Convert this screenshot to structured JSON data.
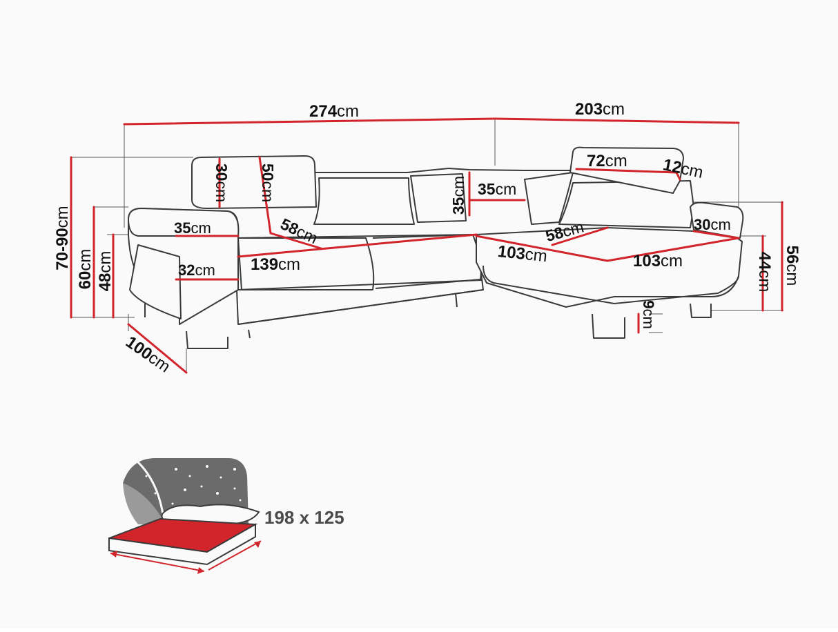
{
  "colors": {
    "outline": "#3a3a3a",
    "dim_red": "#d1242b",
    "guide": "#555555",
    "background": "#fafafa",
    "bed_grey": "#6b6b6b"
  },
  "unit": "cm",
  "dimensions": {
    "total_width": "274",
    "chaise_width": "203",
    "headrest_height": "30",
    "headrest_length": "50",
    "pillow_width": "35",
    "pillow_height": "35",
    "chaise_headrest_width": "72",
    "chaise_headrest_depth": "12",
    "armrest_width": "35",
    "seat_depth_left": "58",
    "seat_depth_chaise": "58",
    "armrest_height_front": "32",
    "seat_width_left": "139",
    "corner_seat_width": "103",
    "chaise_seat_width": "103",
    "chaise_arm_width": "30",
    "total_height": "70-90",
    "arm_height": "60",
    "seat_height": "48",
    "chaise_seat_height": "44",
    "chaise_total_height": "56",
    "leg_height": "9",
    "depth": "100"
  },
  "bed": {
    "size_label": "198 x 125"
  }
}
